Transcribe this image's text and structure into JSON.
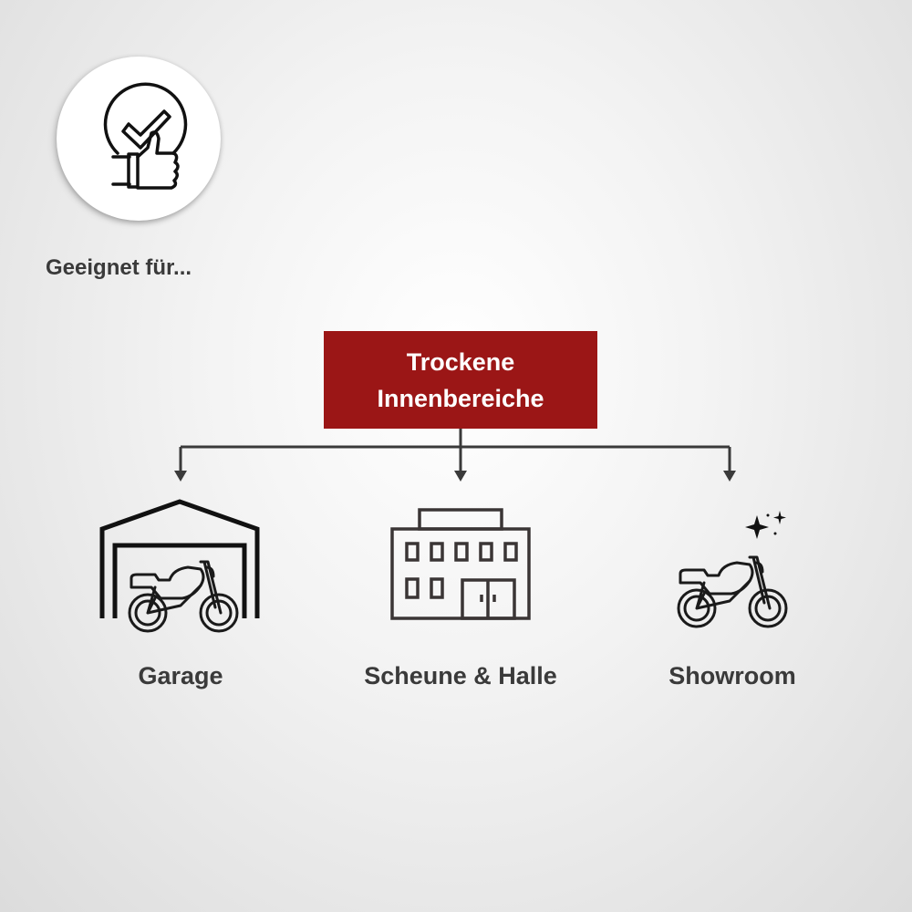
{
  "intro": "Geeignet für...",
  "category": {
    "line1": "Trockene",
    "line2": "Innenbereiche",
    "color": "#9b1616"
  },
  "items": [
    {
      "label": "Garage",
      "icon": "garage-motorcycle-icon"
    },
    {
      "label": "Scheune & Halle",
      "icon": "building-icon"
    },
    {
      "label": "Showroom",
      "icon": "motorcycle-sparkle-icon"
    }
  ]
}
